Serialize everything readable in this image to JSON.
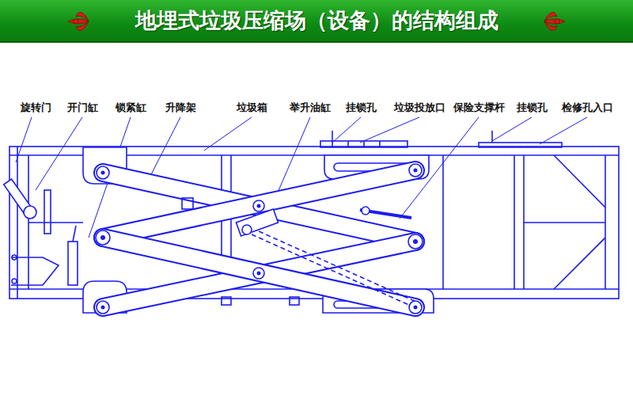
{
  "diagram": {
    "title": "地埋式垃圾压缩场（设备）的结构组成",
    "labels": [
      "旋转门",
      "开门缸",
      "锁紧缸",
      "升降架",
      "垃圾箱",
      "举升油缸",
      "挂锁孔",
      "垃圾投放口",
      "保险支撑杆",
      "挂锁孔",
      "检修孔入口"
    ]
  }
}
